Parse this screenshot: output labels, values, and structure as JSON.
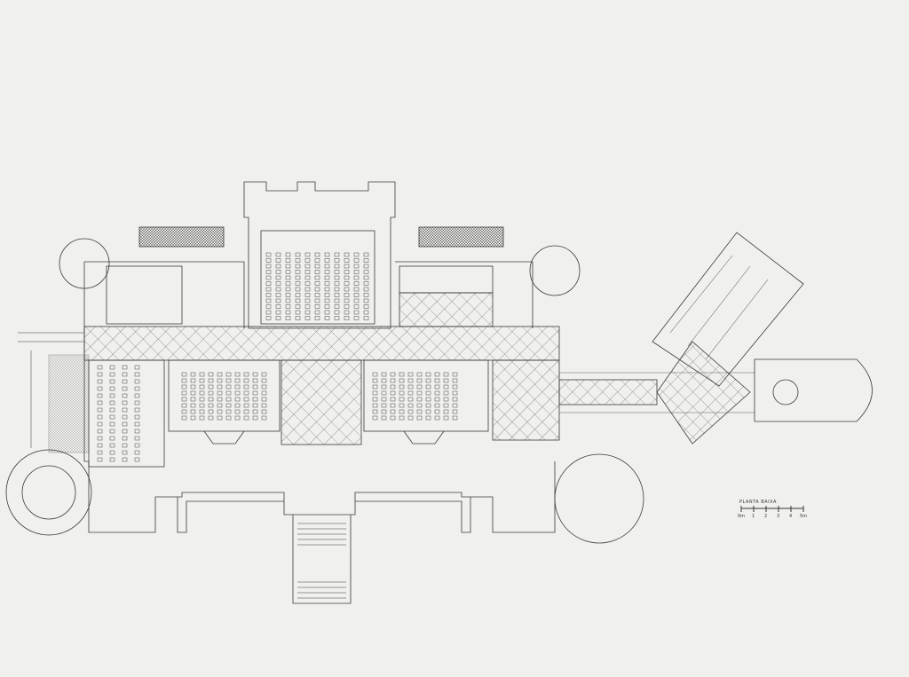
{
  "drawing": {
    "title": "PLANTA BAIXA",
    "scale_labels": [
      "0m",
      "1",
      "2",
      "3",
      "4",
      "5m"
    ]
  },
  "colors": {
    "ink": "#3a3a3a",
    "paper": "#f0f0ee"
  }
}
